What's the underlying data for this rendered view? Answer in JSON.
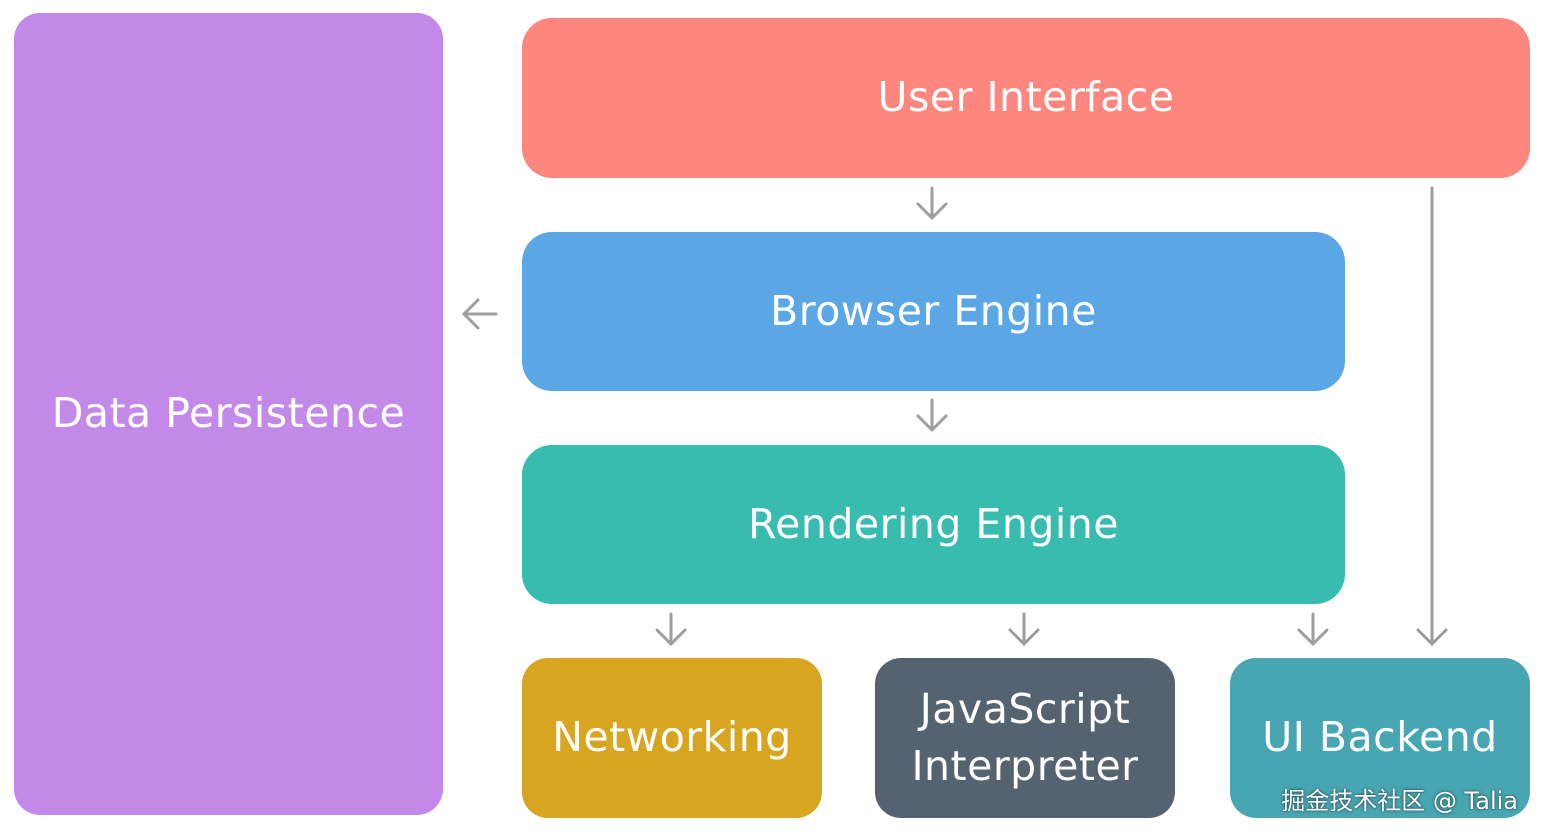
{
  "boxes": {
    "data_persistence": {
      "label": "Data Persistence",
      "color": "#c389e9"
    },
    "user_interface": {
      "label": "User Interface",
      "color": "#fd877f"
    },
    "browser_engine": {
      "label": "Browser Engine",
      "color": "#5ba7e6"
    },
    "rendering_engine": {
      "label": "Rendering Engine",
      "color": "#38bcb0"
    },
    "networking": {
      "label": "Networking",
      "color": "#d7a520"
    },
    "js_interpreter": {
      "label_lines": [
        "JavaScript",
        "Interpreter"
      ],
      "color": "#556370"
    },
    "ui_backend": {
      "label": "UI Backend",
      "color": "#47a6b2"
    }
  },
  "arrow_color": "#9e9e9e",
  "watermark": "掘金技术社区 @ Talia"
}
